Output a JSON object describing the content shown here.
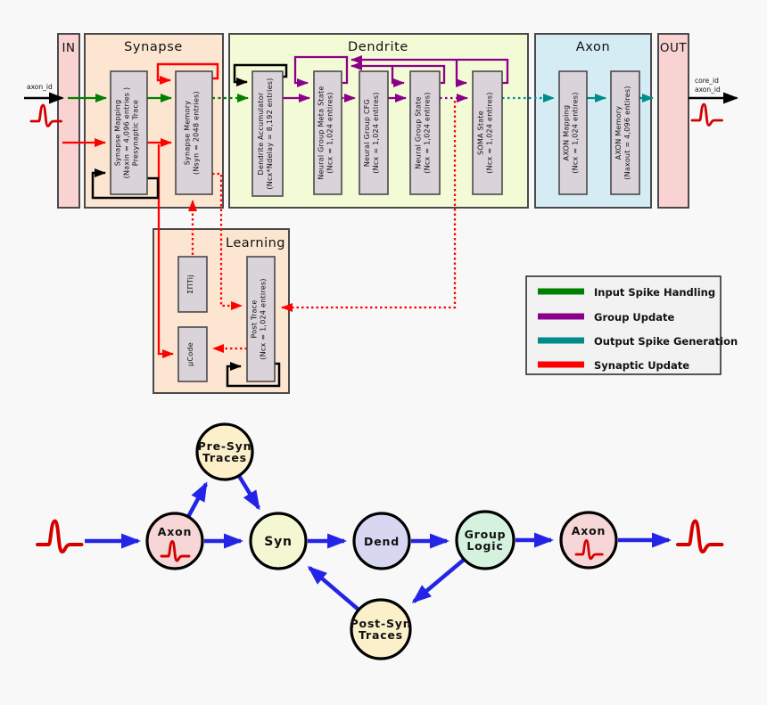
{
  "io": {
    "in_title": "IN",
    "out_title": "OUT",
    "input_label": "axon_id",
    "output_label_1": "core_id",
    "output_label_2": "axon_id"
  },
  "sections": {
    "synapse_title": "Synapse",
    "dendrite_title": "Dendrite",
    "axon_title": "Axon",
    "learning_title": "Learning"
  },
  "blocks": {
    "synapse_mapping": {
      "l1": "Synapse Mapping",
      "l2": "(Naxin = 4,096 entries )",
      "l3": "Presynaptic Trace"
    },
    "synapse_memory": {
      "l1": "Synapse Memory",
      "l2": "(Nsyn = 2048 entries)"
    },
    "dendrite_accumulator": {
      "l1": "Dendrite Accumulator",
      "l2": "(Ncx*Ndelay = 8,192 entries)"
    },
    "neural_group_meta_state": {
      "l1": "Neural Group Meta State",
      "l2": "(Ncx = 1,024 entires)"
    },
    "neural_group_cfg": {
      "l1": "Neural Group CFG",
      "l2": "(Ncx = 1,024 entires)"
    },
    "neural_group_state": {
      "l1": "Neural Group State",
      "l2": "(Ncx = 1,024 entires)"
    },
    "soma_state": {
      "l1": "SOMA State",
      "l2": "(Ncx = 1,024 entires)"
    },
    "axon_mapping": {
      "l1": "AXON Mapping",
      "l2": "(Ncx = 1,024 entires)"
    },
    "axon_memory": {
      "l1": "AXON Memory",
      "l2": "(Naxout = 4,096 entires)"
    },
    "sum_product": {
      "l1": "ΣΠTij"
    },
    "ucode": {
      "l1": "μCode"
    },
    "post_trace": {
      "l1": "Post Trace",
      "l2": "(Ncx = 1,024 entires)"
    }
  },
  "legend": {
    "items": [
      {
        "label": "Input Spike Handling",
        "color": "#008000"
      },
      {
        "label": "Group Update",
        "color": "#8b008b"
      },
      {
        "label": "Output Spike Generation",
        "color": "#008b8b"
      },
      {
        "label": "Synaptic Update",
        "color": "#ff0000"
      }
    ]
  },
  "flow": {
    "nodes": [
      {
        "id": "axon-in",
        "l1": "Axon"
      },
      {
        "id": "pre-syn-traces",
        "l1": "Pre-Syn",
        "l2": "Traces"
      },
      {
        "id": "syn",
        "l1": "Syn"
      },
      {
        "id": "dend",
        "l1": "Dend"
      },
      {
        "id": "group-logic",
        "l1": "Group",
        "l2": "Logic"
      },
      {
        "id": "axon-out",
        "l1": "Axon"
      },
      {
        "id": "post-syn-traces",
        "l1": "Post-Syn",
        "l2": "Traces"
      }
    ]
  },
  "colors": {
    "in_out_fill": "#f9d2d2",
    "synapse_fill": "#fce6d2",
    "dendrite_fill": "#f3fad6",
    "axon_fill": "#d6ecf4",
    "learning_fill": "#fce6d2",
    "block_fill": "#dad3da",
    "legend_fill": "#f2f2f2",
    "flow_axon_fill": "#f6d6d6",
    "flow_trace_fill": "#fbf0ca",
    "flow_syn_fill": "#f3f8d3",
    "flow_dend_fill": "#d7d7f2",
    "flow_group_fill": "#d4f2de"
  }
}
